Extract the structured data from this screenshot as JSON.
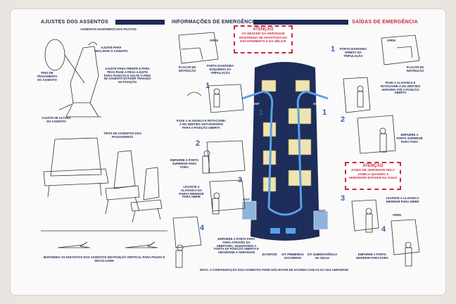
{
  "sections": {
    "seats": {
      "title": "AJUSTES DOS ASSENTOS",
      "pilot_seats_label": "ASSENTOS DIANTEIROS DOS PILOTOS",
      "recline_label": "AJUSTE PARA RECLINAR O ASSENTO",
      "fore_aft_label": "AJUSTE PARA FRENTE E PARA TRÁS PUXE A PEGA AJUSTE PARA POSIÇÃO E SOLTE O PINO SE ASSENTO ESTIVER TRAVADO NA POSIÇÃO",
      "pin_label": "PINO DE TRAVAMENTO DO ASSENTO",
      "height_label": "AJUSTE DE ALTURA DO ASSENTO",
      "passenger_seats_label": "TIPOS DE ASSENTOS DOS PASSAGEIROS",
      "takeoff_label": "MANTENHA OS ENCOSTOS DOS ASSENTOS EM POSIÇÃO VERTICAL PARA POUSO E DECOLAGEM"
    },
    "emergency": {
      "title": "INFORMAÇÕES DE EMERGÊNCIA",
      "exits_title": "SAÍDAS DE EMERGÊNCIA"
    }
  },
  "warnings": {
    "top": {
      "title": "ATENÇÃO",
      "text": "AO DESCER DA AERONAVE MANTENHA-SE AFASTADO DO ESCAPAMENTO E DA HÉLICE"
    },
    "right": {
      "title": "ATENÇÃO",
      "text": "SAÍDA DE AERONAVE PELA JANELA QUANDO A AERONAVE ESTIVER NA ÁGUA"
    }
  },
  "steps_left": {
    "instruction_plate": "PLACAR DE INSTRUÇÃO",
    "door_label": "PORTA DIANTEIRA ESQUERDA DA TRIPULAÇÃO",
    "pull_handle": "PUXE A ALAVANCA E ROTACIONE-A NO SENTIDO ANTI-HORÁRIO PARA A POSIÇÃO ABERTA",
    "push_door": "EMPURRE A PORTA SUPERIOR PARA FORA",
    "lift_handle": "LEVANTE A ALAVANCA DA PORTA INFERIOR PARA ABRIR",
    "push_lower": "EMPURRE A PORTA PARA FORA ATRAVÉS DA ABERTURA, SEGURANDO A PORTA NA POSIÇÃO ABERTA E ABANDONE A AERONAVE",
    "open": "OPEN"
  },
  "steps_right": {
    "door_label": "PORTA DIANTEIRA DIREITA DA TRIPULAÇÃO",
    "instruction_plate": "PLACAR DE INSTRUÇÃO",
    "pull_handle": "PUXE A ALAVANCA E ROTACIONE-A NO SENTIDO HORÁRIO ATÉ A POSIÇÃO ABERTA",
    "push_door": "EMPURRE A PORTA SUPERIOR PARA FORA",
    "lift_handle": "LEVANTE A ALAVANCA INFERIOR PARA ABRIR",
    "push_lower": "EMPURRE A PORTA INFERIOR PARA FORA",
    "open": "OPEN"
  },
  "diagram": {
    "exit_labels": [
      "EXIT",
      "EXIT",
      "EXIT",
      "EXIT"
    ],
    "legend": [
      "EXTINTOR",
      "KIT PRIMEIROS SOCORROS",
      "KIT SOBREVIVÊNCIA NA SELVA"
    ],
    "colors": {
      "cabin": "#1e2d5a",
      "arrow": "#5aa0e8",
      "seat": "#efe4b0",
      "accent": "#c8283c"
    }
  },
  "footer_note": "NOTA: A CONFIGURAÇÃO DOS ASSENTOS PODE NÃO ESTAR DE ACORDO COM AS DA SUA AERONAVE"
}
